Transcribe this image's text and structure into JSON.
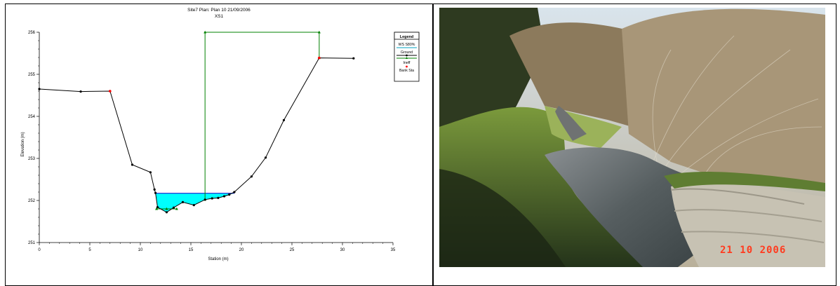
{
  "chart_data": {
    "type": "line",
    "title": "Site7       Plan: Plan 10    21/09/2006",
    "subtitle": "XS1",
    "xlabel": "Station (m)",
    "ylabel": "Elevation (m)",
    "xlim": [
      0,
      35
    ],
    "ylim": [
      251,
      256
    ],
    "x_ticks": [
      "0",
      "5",
      "10",
      "15",
      "20",
      "25",
      "30",
      "35"
    ],
    "y_ticks": [
      "251",
      "252",
      "253",
      "254",
      "255",
      "256"
    ],
    "legend": {
      "title": "Legend",
      "position": "top-right",
      "entries": [
        "WS S80%",
        "Ground",
        "Ineff",
        "Bank Sta"
      ]
    },
    "series": [
      {
        "name": "Ground",
        "color": "#000000",
        "x": [
          0,
          4.1,
          7.0,
          9.2,
          11.0,
          11.4,
          11.5,
          11.7,
          12.6,
          13.3,
          14.2,
          15.3,
          16.4,
          17.1,
          17.7,
          18.3,
          18.8,
          19.3,
          21.0,
          22.4,
          24.2,
          27.7,
          31.1
        ],
        "y": [
          254.65,
          254.59,
          254.6,
          252.85,
          252.67,
          252.26,
          252.18,
          251.84,
          251.72,
          251.83,
          251.96,
          251.89,
          252.02,
          252.05,
          252.06,
          252.1,
          252.14,
          252.2,
          252.57,
          253.02,
          253.91,
          255.39,
          255.38
        ]
      },
      {
        "name": "WS S80%",
        "color": "#00ffff",
        "elevation": 252.17,
        "x_range": [
          11.5,
          19.3
        ]
      },
      {
        "name": "Ineff",
        "color": "#008000",
        "x": [
          16.4,
          16.4,
          27.7,
          27.7
        ],
        "y": [
          252.02,
          256.0,
          256.0,
          255.39
        ]
      },
      {
        "name": "Ineff (channel)",
        "color": "#008000",
        "x": [
          11.6,
          12.6,
          13.6
        ],
        "y": [
          251.8,
          251.8,
          251.8
        ]
      },
      {
        "name": "Bank Sta",
        "color": "#ff0000",
        "x": [
          7.0,
          27.7
        ],
        "y": [
          254.6,
          255.39
        ]
      }
    ]
  },
  "photo": {
    "description_icon": "river-bank-photo",
    "date_stamp": "21 10 2006"
  }
}
